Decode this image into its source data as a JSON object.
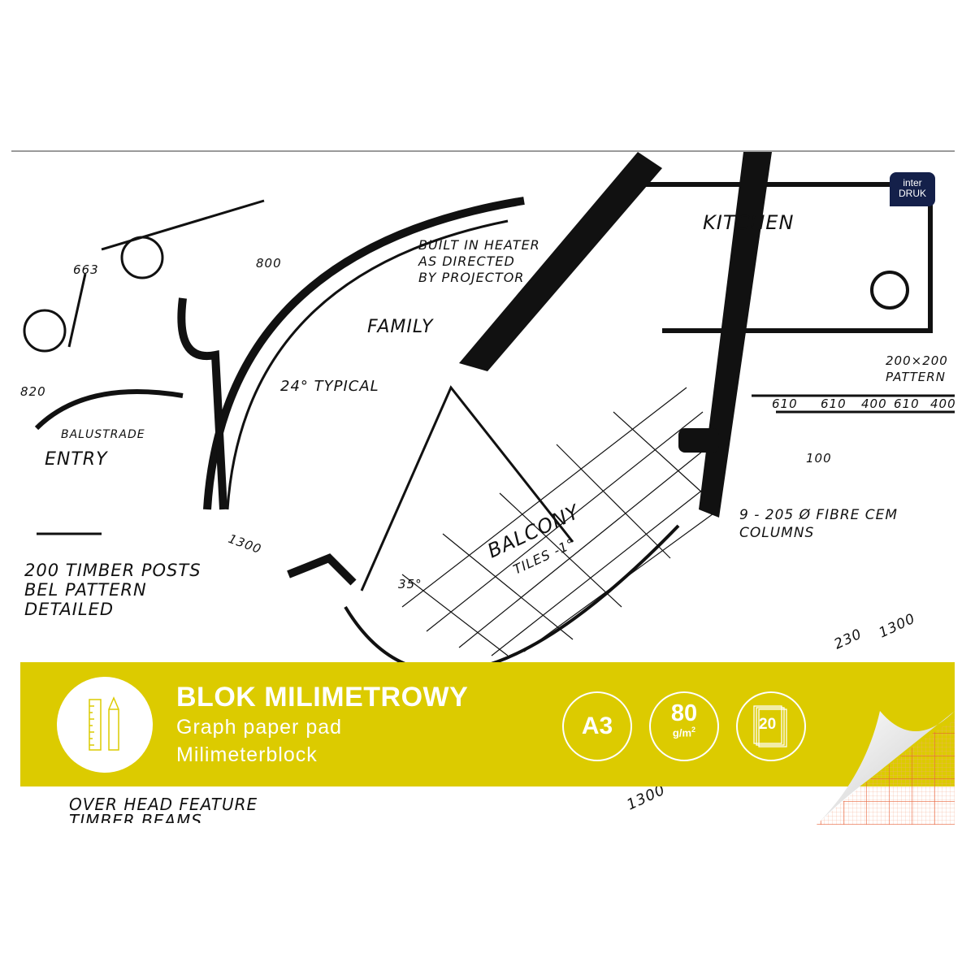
{
  "product": {
    "title": "BLOK MILIMETROWY",
    "subtitle_en": "Graph paper pad",
    "subtitle_de": "Milimeterblock",
    "brand": {
      "line1": "inter",
      "line2": "DRUK"
    },
    "badges": {
      "format": "A3",
      "weight": "80",
      "weight_unit": "g/m",
      "weight_sup": "2",
      "sheets": "20"
    },
    "colors": {
      "band": "#dccb00",
      "logo": "#14204a",
      "grid": "#e8643c"
    }
  },
  "blueprint_labels": [
    "KITCHEN",
    "BUILT IN HEATER",
    "AS DIRECTED",
    "BY PROJECTOR",
    "FAMILY",
    "24° TYPICAL",
    "BALUSTRADE",
    "ENTRY",
    "BALCONY",
    "TILES -1°",
    "9 - 205 Ø FIBRE CEM",
    "COLUMNS",
    "200 TIMBER POSTS",
    "BEL PATTERN",
    "DETAILED",
    "OVER HEAD FEATURE",
    "TIMBER BEAMS",
    "200×200",
    "PATTERN",
    "610",
    "610",
    "400",
    "610",
    "400",
    "100",
    "1300",
    "35°",
    "800",
    "663",
    "820",
    "1300",
    "230",
    "1300"
  ]
}
